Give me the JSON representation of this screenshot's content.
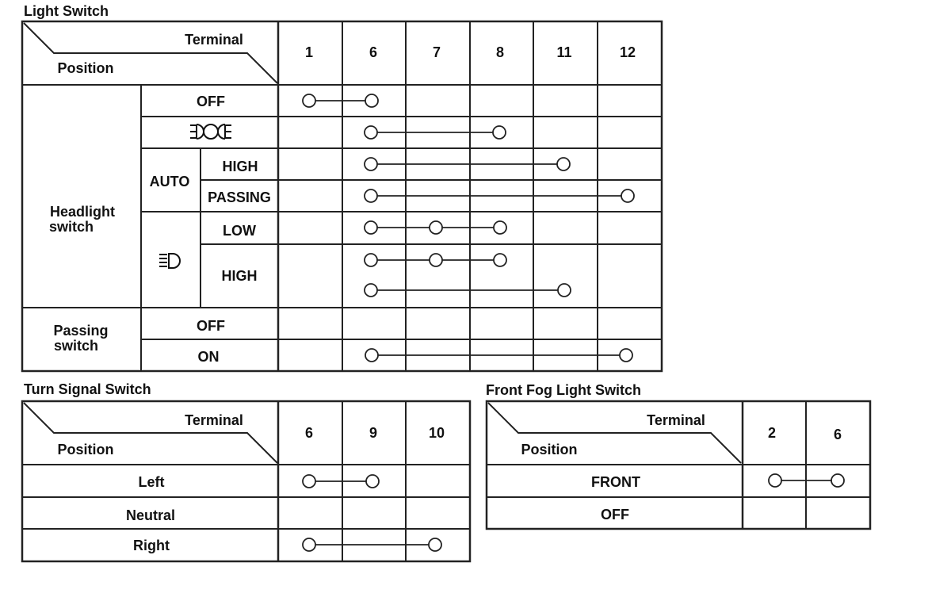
{
  "tables": [
    {
      "title": "Light Switch",
      "header": {
        "terminal": "Terminal",
        "position": "Position"
      },
      "terminals": [
        "1",
        "6",
        "7",
        "8",
        "11",
        "12"
      ],
      "labels": {
        "headlight": "Headlight\nswitch",
        "auto": "AUTO",
        "off": "OFF",
        "high": "HIGH",
        "passing": "PASSING",
        "low": "LOW",
        "high2": "HIGH",
        "passing_switch": "Passing\nswitch",
        "p_off": "OFF",
        "p_on": "ON"
      },
      "icons": {
        "tail": "tail-light-icon",
        "headlight": "headlight-icon"
      },
      "rows": [
        {
          "position": "OFF",
          "connections": [
            [
              "1",
              "6"
            ]
          ]
        },
        {
          "position": "tail-light-icon",
          "connections": [
            [
              "6",
              "8"
            ]
          ]
        },
        {
          "position": "AUTO HIGH",
          "connections": [
            [
              "6",
              "11"
            ]
          ]
        },
        {
          "position": "AUTO PASSING",
          "connections": [
            [
              "6",
              "12"
            ]
          ]
        },
        {
          "position": "headlight-icon LOW",
          "connections": [
            [
              "6",
              "7",
              "8"
            ]
          ]
        },
        {
          "position": "headlight-icon HIGH",
          "connections": [
            [
              "6",
              "7",
              "8"
            ],
            [
              "6",
              "11"
            ]
          ]
        },
        {
          "position": "Passing switch OFF",
          "connections": []
        },
        {
          "position": "Passing switch ON",
          "connections": [
            [
              "6",
              "12"
            ]
          ]
        }
      ]
    },
    {
      "title": "Turn Signal Switch",
      "header": {
        "terminal": "Terminal",
        "position": "Position"
      },
      "terminals": [
        "6",
        "9",
        "10"
      ],
      "rows": [
        {
          "position": "Left",
          "connections": [
            [
              "6",
              "9"
            ]
          ]
        },
        {
          "position": "Neutral",
          "connections": []
        },
        {
          "position": "Right",
          "connections": [
            [
              "6",
              "10"
            ]
          ]
        }
      ]
    },
    {
      "title": "Front Fog Light Switch",
      "header": {
        "terminal": "Terminal",
        "position": "Position"
      },
      "terminals": [
        "2",
        "6"
      ],
      "rows": [
        {
          "position": "FRONT",
          "connections": [
            [
              "2",
              "6"
            ]
          ]
        },
        {
          "position": "OFF",
          "connections": []
        }
      ]
    }
  ],
  "colors": {
    "line": "#222222",
    "text": "#111111",
    "background": "#ffffff"
  }
}
